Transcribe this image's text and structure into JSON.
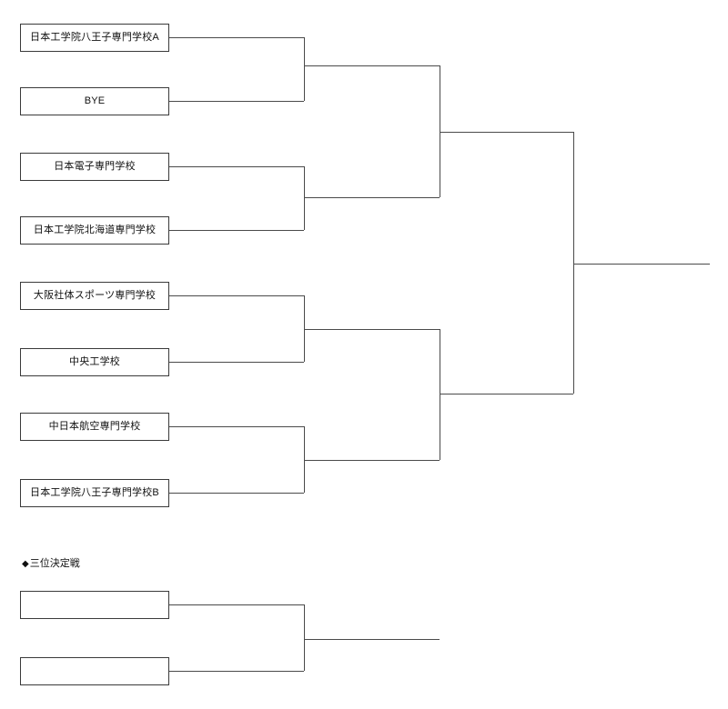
{
  "tournament": {
    "main_bracket": {
      "slots": [
        {
          "id": "slot-1",
          "label": "日本工学院八王子専門学校A"
        },
        {
          "id": "slot-2",
          "label": "BYE"
        },
        {
          "id": "slot-3",
          "label": "日本電子専門学校"
        },
        {
          "id": "slot-4",
          "label": "日本工学院北海道専門学校"
        },
        {
          "id": "slot-5",
          "label": "大阪社体スポーツ専門学校"
        },
        {
          "id": "slot-6",
          "label": "中央工学校"
        },
        {
          "id": "slot-7",
          "label": "中日本航空専門学校"
        },
        {
          "id": "slot-8",
          "label": "日本工学院八王子専門学校B"
        }
      ]
    },
    "third_place_section": {
      "heading_mark": "◆",
      "heading_label": "三位決定戦",
      "slots": [
        {
          "id": "third-slot-1",
          "label": ""
        },
        {
          "id": "third-slot-2",
          "label": ""
        }
      ]
    },
    "colors": {
      "line": "#4a4a4a",
      "box_border": "#3a3a3a",
      "text": "#111111",
      "background": "#ffffff"
    }
  }
}
